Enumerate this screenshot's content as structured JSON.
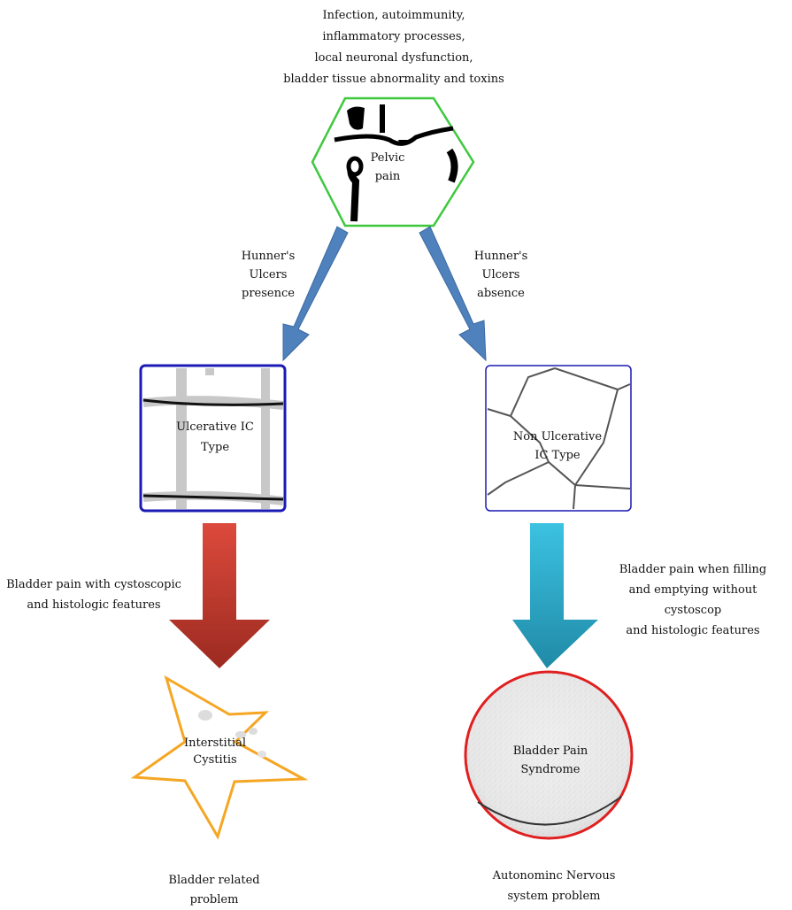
{
  "causes": "Infection, autoimmunity,\ninflammatory processes,\nlocal neuronal dysfunction,\nbladder tissue abnormality and toxins",
  "pelvic_pain": "Pelvic\npain",
  "hunner_presence": "Hunner's\nUlcers\npresence",
  "hunner_absence": "Hunner's\nUlcers\nabsence",
  "ulcerative_ic": "Ulcerative IC\nType",
  "non_ulcerative_ic": "Non Ulcerative\nIC Type",
  "left_features": "Bladder pain with cystoscopic\nand histologic features",
  "right_features": "Bladder pain when filling\nand emptying without cystoscop\nand histologic features",
  "interstitial_cystitis": "Interstitial\nCystitis",
  "bladder_pain_syndrome": "Bladder Pain\nSyndrome",
  "bladder_related": "Bladder related\nproblem",
  "autonomic_problem": "Autonominc Nervous\nsystem problem",
  "colors": {
    "hexagon_border": "#3ec83e",
    "box_border": "#1a1ab4",
    "arrow_blue": "#4f81bd",
    "arrow_red": "#c0392b",
    "arrow_cyan": "#31b5d6",
    "star_border": "#f5a623",
    "circle_border": "#e02020"
  }
}
